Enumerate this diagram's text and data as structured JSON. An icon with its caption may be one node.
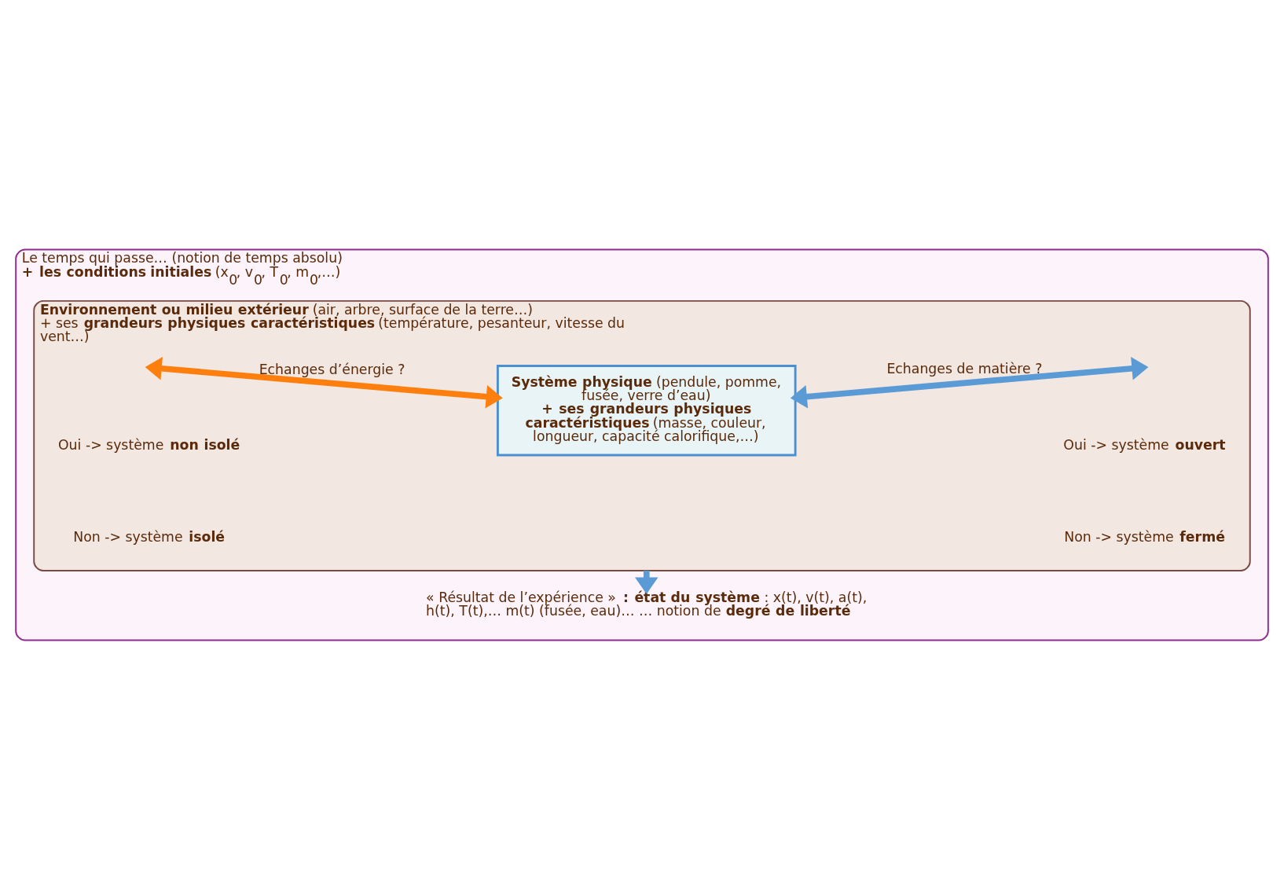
{
  "diagram": {
    "nodes": [
      {
        "text": [
          "Le temps qui passe… (notion de temps absolu)",
          "**+ les conditions initiales** (x$_{0}$, v$_{0}$, T$_{0}$, m$_{0}$,…)"
        ]
      },
      {
        "text": [
          "**Environnement ou milieu extérieur** (air, arbre, surface de la terre…)",
          "+ ses **grandeurs physiques caractéristiques** (température, pesanteur, vitesse du vent…)"
        ],
        "in": 0
      },
      {
        "text": [
          "**Système physique** (pendule, pomme, fusée, verre d’eau)",
          "**+ ses grandeurs physiques caractéristiques** (masse, couleur, longueur, capacité calorifique,…)"
        ],
        "in": 1
      },
      {
        "text": [
          "« Résultat de l’expérience » **:** **état du système** : x(t), v(t), a(t), h(t), T(t),… m(t) (fusée, eau)… … notion de **degré de liberté**"
        ],
        "in": 0
      }
    ],
    "edges": [
      {
        "from": 2,
        "to": null,
        "arrow": "both",
        "label": "Echanges de matière ?",
        "color": "#5b9bd5"
      },
      {
        "from": null,
        "to": 2,
        "arrow": "both",
        "label": "Echanges d’énergie ?",
        "color": "#ff7f0e"
      },
      {
        "from": 1,
        "to": 3,
        "arrow": "to",
        "color": "#5b9bd5"
      }
    ],
    "labels": [
      "Oui -> système **non isolé**",
      "Oui -> système **ouvert**",
      "Non -> système **isolé**",
      "Non -> système **fermé**"
    ]
  }
}
